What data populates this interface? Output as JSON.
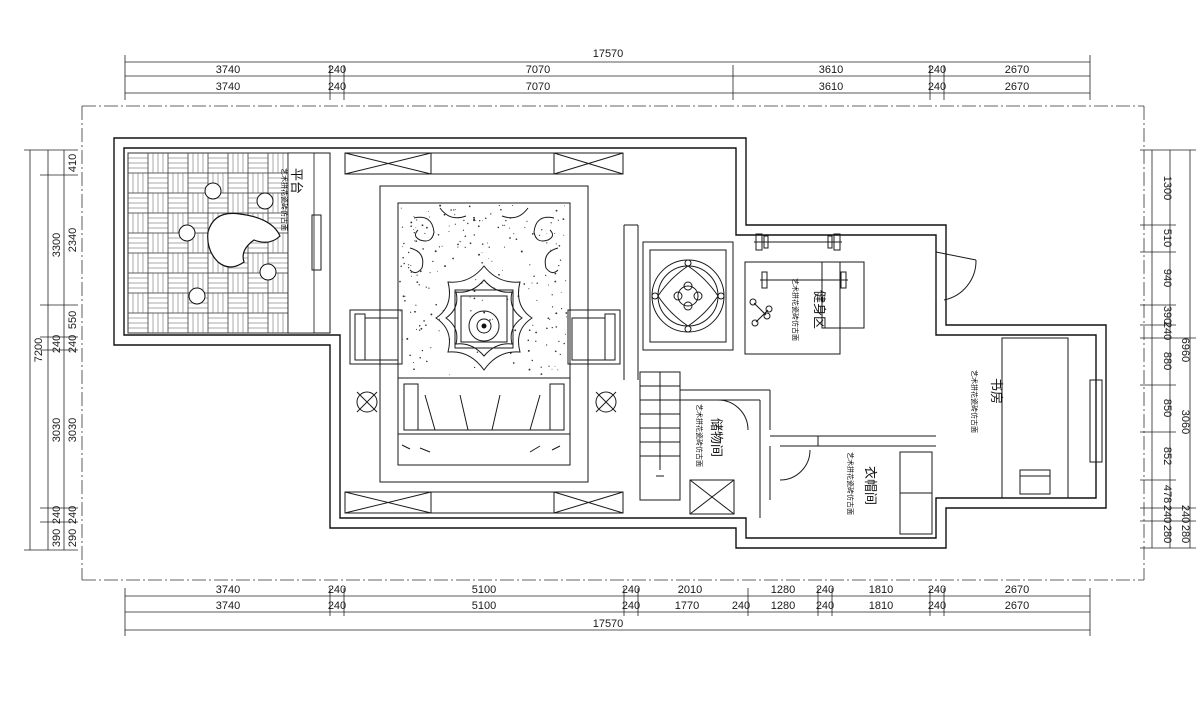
{
  "dims": {
    "top_total": "17570",
    "top_row1": [
      "3740",
      "240",
      "7070",
      "3610",
      "240",
      "2670"
    ],
    "top_row2": [
      "3740",
      "240",
      "7070",
      "3610",
      "240",
      "2670"
    ],
    "bottom_row1": [
      "3740",
      "240",
      "5100",
      "240",
      "2010",
      "1280",
      "240",
      "1810",
      "240",
      "2670"
    ],
    "bottom_row2": [
      "3740",
      "240",
      "5100",
      "240",
      "1770",
      "240",
      "1280",
      "240",
      "1810",
      "240",
      "2670"
    ],
    "bottom_total": "17570",
    "left_outer": "7200",
    "left_mid": [
      "3300",
      "240",
      "3030",
      "240",
      "390"
    ],
    "left_inner": [
      "410",
      "2340",
      "550",
      "240",
      "3030",
      "240",
      "290"
    ],
    "right_outer": "6960",
    "right_mid": [
      "1300",
      "510",
      "940",
      "390",
      "240",
      "880",
      "850",
      "852",
      "478",
      "240",
      "280"
    ],
    "right_inner": [
      "3060",
      "240",
      "280"
    ]
  },
  "rooms": {
    "terrace": {
      "label": "平台",
      "note": "艺术拼花瓷砖仿古面"
    },
    "gym": {
      "label": "健身区",
      "note": "艺术拼花瓷砖仿古面"
    },
    "storage": {
      "label": "储物间",
      "note": "艺术拼花瓷砖仿古面"
    },
    "closet": {
      "label": "衣帽间",
      "note": "艺术拼花瓷砖仿古面"
    },
    "study": {
      "label": "书房",
      "note": "艺术拼花瓷砖仿古面"
    }
  }
}
